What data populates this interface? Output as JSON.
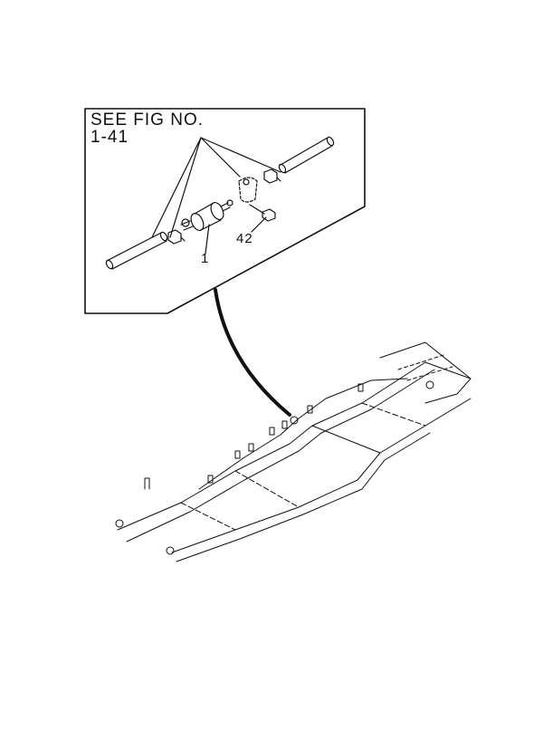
{
  "diagram": {
    "type": "exploded parts diagram",
    "inset": {
      "reference_line1": "SEE FIG NO.",
      "reference_line2": "1-41"
    },
    "callouts": [
      {
        "id": "part-1",
        "label": "1",
        "depicts": "fuel filter"
      },
      {
        "id": "part-42",
        "label": "42",
        "depicts": "bolt"
      }
    ],
    "main_view": "vehicle chassis frame with fuel line routing",
    "colors": {
      "ink": "#111111",
      "background": "#ffffff"
    }
  }
}
